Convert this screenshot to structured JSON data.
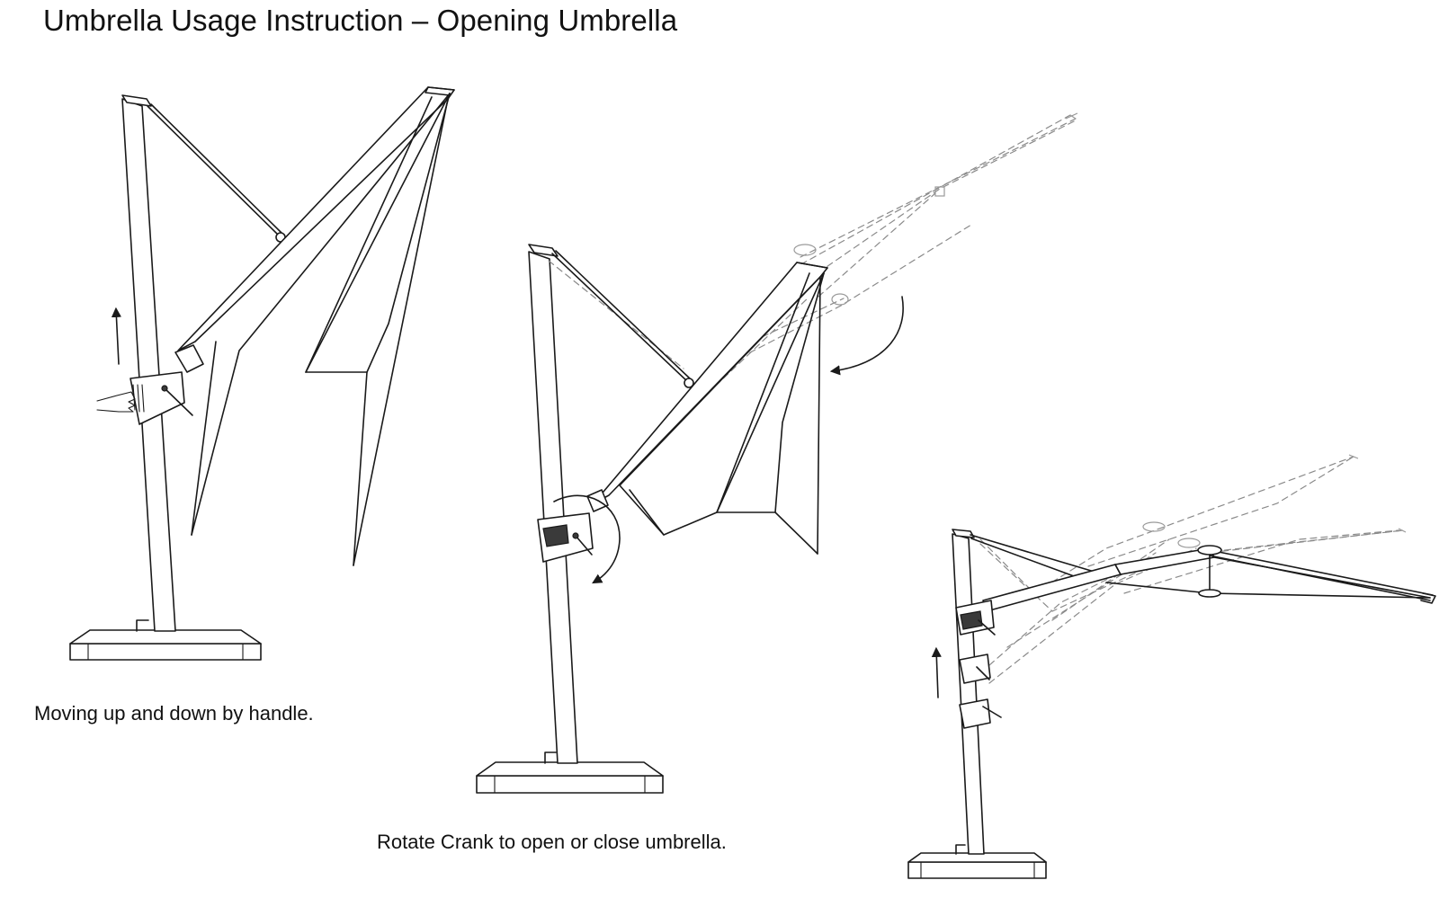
{
  "title": "Umbrella Usage Instruction – Opening Umbrella",
  "steps": [
    {
      "caption": "Moving up and down by handle."
    },
    {
      "caption": "Rotate Crank to open or close umbrella."
    },
    {
      "caption": ""
    }
  ],
  "colors": {
    "line": "#1a1a1a",
    "ghost": "#8a8a8a",
    "background": "#ffffff"
  }
}
